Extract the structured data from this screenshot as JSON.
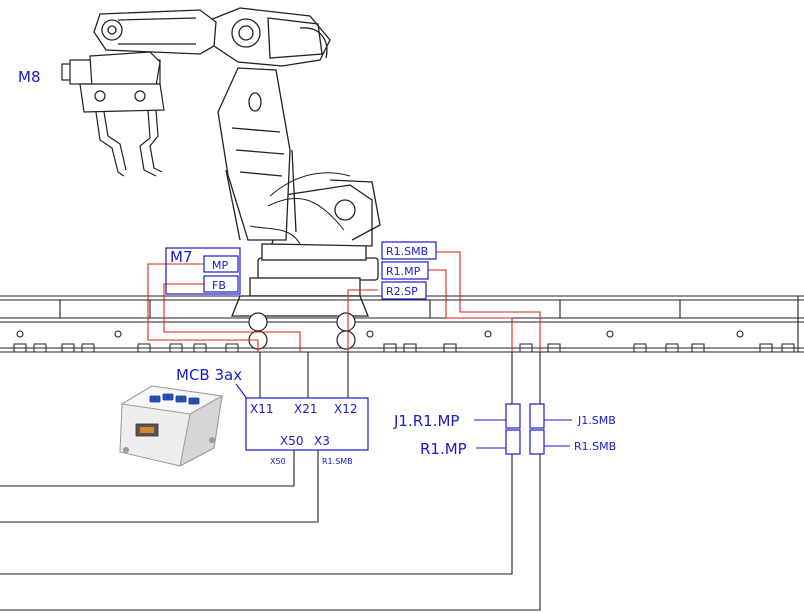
{
  "colors": {
    "label_blue": "#1a1acc",
    "box_blue": "#1a1acc",
    "cable_red": "#dd2222",
    "line_black": "#222222",
    "robot_line": "#222222",
    "enclosure_light": "#e6e6e6",
    "enclosure_blue": "#2255cc"
  },
  "robot": {
    "tool_label": "M8"
  },
  "m7_group": {
    "title": "M7",
    "mp_label": "MP",
    "fb_label": "FB"
  },
  "r1_group": {
    "smb_label": "R1.SMB",
    "mp_label": "R1.MP",
    "sp_label": "R2.SP"
  },
  "mcb": {
    "title": "MCB 3ax",
    "x11": "X11",
    "x21": "X21",
    "x12": "X12",
    "x50": "X50",
    "x3": "X3",
    "x50_small": "X50",
    "r1smb_small": "R1.SMB"
  },
  "connectors": {
    "j1_r1_mp": "J1.R1.MP",
    "r1_mp": "R1.MP",
    "j1_smb": "J1.SMB",
    "r1_smb": "R1.SMB"
  },
  "icons": {
    "controller_box": "mcb-enclosure-icon",
    "robot": "industrial-robot-icon",
    "gripper": "gripper-tool-icon"
  }
}
